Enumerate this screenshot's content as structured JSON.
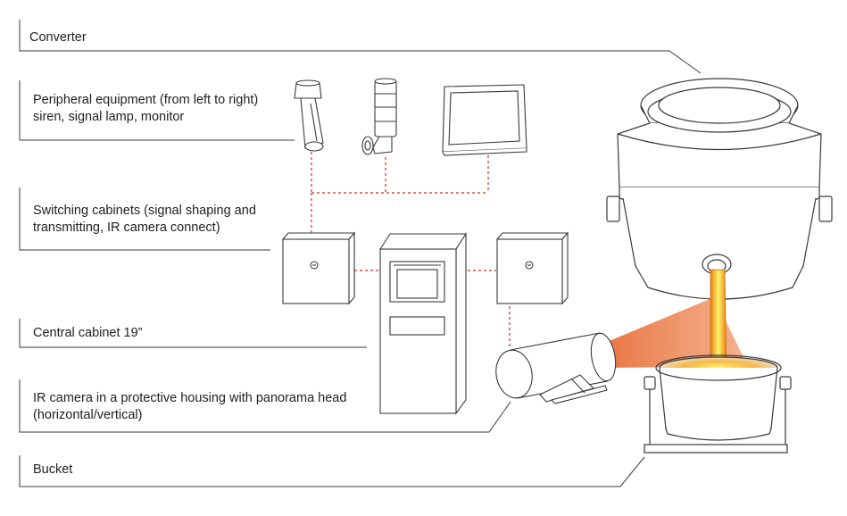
{
  "labels": {
    "converter": "Converter",
    "peripheral_1": "Peripheral equipment (from left to right)",
    "peripheral_2": "siren, signal lamp, monitor",
    "switching_1": "Switching cabinets (signal shaping and",
    "switching_2": "transmitting, IR camera connect)",
    "central": "Central cabinet 19”",
    "ircamera_1": "IR camera in a protective housing with panorama head",
    "ircamera_2": "(horizontal/vertical)",
    "bucket": "Bucket"
  },
  "colors": {
    "line": "#3a3a3a",
    "signal_wire": "#d42a1f",
    "ir_beam": "#ef8a55",
    "molten_steel": "#f2a516",
    "molten_steel_core": "#fff36a"
  }
}
